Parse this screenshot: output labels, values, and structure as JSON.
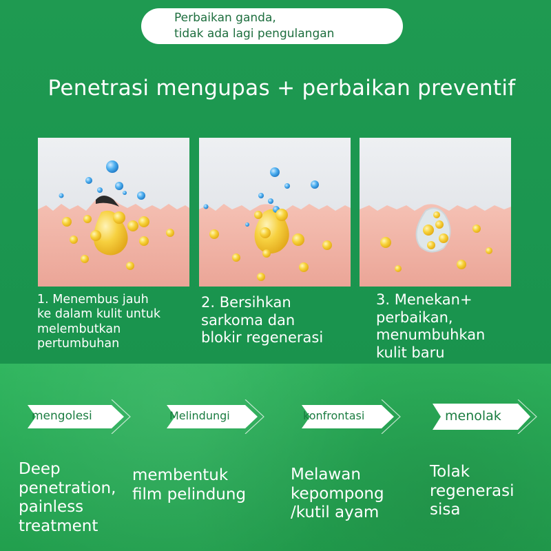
{
  "badge": {
    "line1": "Perbaikan ganda,",
    "line2": "tidak ada lagi pengulangan"
  },
  "headline": "Penetrasi mengupas + perbaikan preventif",
  "panels": [
    {
      "icon": "skin-penetration-illustration"
    },
    {
      "icon": "skin-cleansing-illustration"
    },
    {
      "icon": "skin-repair-illustration"
    }
  ],
  "steps": [
    {
      "line1": "1. Menembus jauh",
      "line2": "ke dalam kulit untuk",
      "line3": "melembutkan",
      "line4": "pertumbuhan"
    },
    {
      "line1": "2. Bersihkan",
      "line2": "sarkoma dan",
      "line3": "blokir regenerasi"
    },
    {
      "line1": "3. Menekan+",
      "line2": "perbaikan,",
      "line3": "menumbuhkan",
      "line4": "kulit baru"
    }
  ],
  "tags": [
    {
      "label": "mengolesi"
    },
    {
      "label": "Melindungi"
    },
    {
      "label": "konfrontasi"
    },
    {
      "label": "menolak"
    }
  ],
  "descriptions": [
    {
      "line1": "Deep",
      "line2": "penetration,",
      "line3": "painless",
      "line4": "treatment"
    },
    {
      "line1": "membentuk",
      "line2": "film pelindung"
    },
    {
      "line1": "Melawan",
      "line2": "kepompong",
      "line3": "/kutil ayam"
    },
    {
      "line1": "Tolak",
      "line2": "regenerasi",
      "line3": "sisa"
    }
  ],
  "colors": {
    "top_green": "#1f9a51",
    "bottom_green": "#2eb55d",
    "skin": "#f2b5a8",
    "droplet_blue": "#3fa3e6",
    "bubble_gold": "#f7d23a"
  }
}
